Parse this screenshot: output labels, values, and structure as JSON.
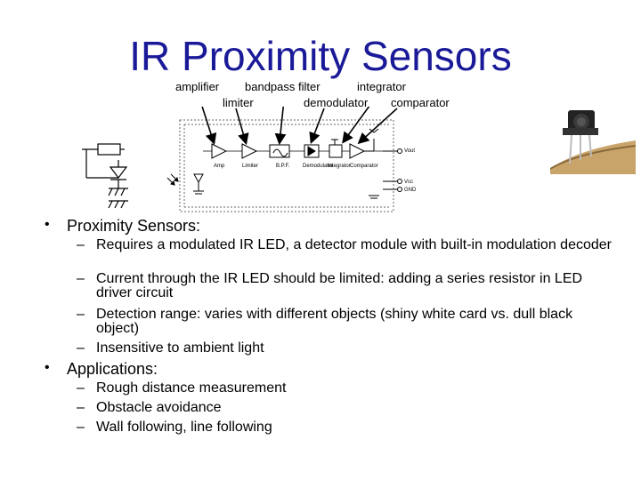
{
  "slide": {
    "title": "IR Proximity Sensors"
  },
  "diagram": {
    "callouts": [
      "amplifier",
      "bandpass filter",
      "integrator",
      "limiter",
      "demodulator",
      "comparator"
    ],
    "block_labels": [
      "Amp",
      "Limiter",
      "B.P.F.",
      "Demodulator",
      "Integrator",
      "Comparator"
    ],
    "pin_labels": [
      "Vout",
      "Vcc",
      "GND"
    ]
  },
  "bullets": [
    {
      "text": "Proximity Sensors:",
      "sub": [
        "Requires a modulated IR LED, a detector module with built-in modulation decoder",
        "Current through the IR LED should be limited: adding a series resistor in LED driver circuit",
        "Detection range: varies with different objects (shiny white card vs. dull black object)",
        "Insensitive to ambient light"
      ]
    },
    {
      "text": "Applications:",
      "sub": [
        "Rough distance measurement",
        "Obstacle avoidance",
        "Wall following, line following"
      ]
    }
  ]
}
